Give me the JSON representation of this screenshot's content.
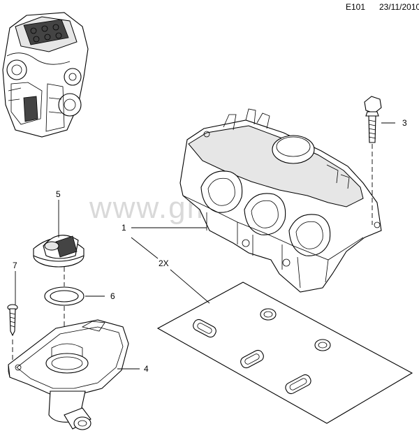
{
  "header": {
    "code": "E101",
    "date": "23/11/2010"
  },
  "watermark": "www.gmsklad.nu",
  "callouts": {
    "c1": "1",
    "c2": "2X",
    "c3": "3",
    "c4": "4",
    "c5": "5",
    "c6": "6",
    "c7": "7"
  },
  "parts": [
    "engine-thumbnail",
    "intake-manifold",
    "gasket-set",
    "bolt",
    "oil-separator-housing",
    "oil-filler-cap",
    "o-ring",
    "screw"
  ]
}
